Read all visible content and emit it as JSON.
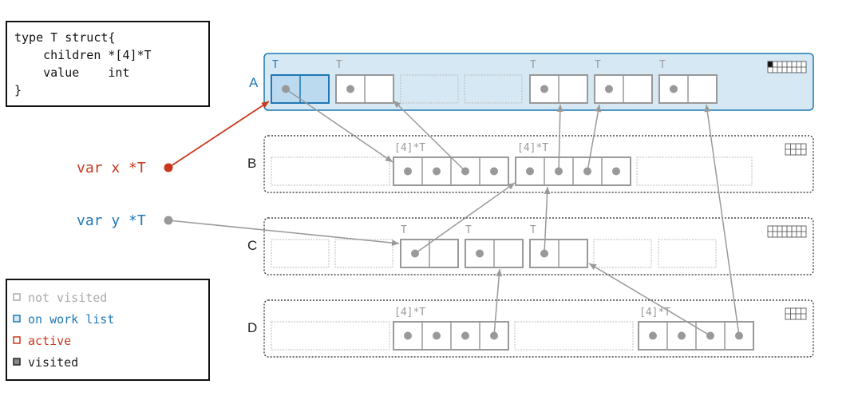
{
  "code": {
    "lines": [
      "type T struct{",
      "    children *[4]*T",
      "    value    int",
      "}"
    ]
  },
  "vars": {
    "x_label": "var x *T",
    "y_label": "var y *T"
  },
  "legend": {
    "items": [
      {
        "label": "not visited",
        "color": "#aaaaaa"
      },
      {
        "label": "on work list",
        "color": "#1f78b4"
      },
      {
        "label": "active",
        "color": "#c8381c"
      },
      {
        "label": "visited",
        "color": "#222222"
      }
    ]
  },
  "spans": [
    {
      "label": "A",
      "state": "work",
      "type_labels": [
        "T",
        "T",
        "T",
        "T",
        "T"
      ]
    },
    {
      "label": "B",
      "state": "normal",
      "type_labels": [
        "[4]*T",
        "[4]*T"
      ]
    },
    {
      "label": "C",
      "state": "normal",
      "type_labels": [
        "T",
        "T",
        "T"
      ]
    },
    {
      "label": "D",
      "state": "normal",
      "type_labels": [
        "[4]*T",
        "[4]*T"
      ]
    }
  ],
  "colors": {
    "work_bg": "#d5e8f4",
    "work_border": "#1f78b4",
    "active": "#c8381c",
    "gray": "#999999",
    "dark": "#111111"
  }
}
